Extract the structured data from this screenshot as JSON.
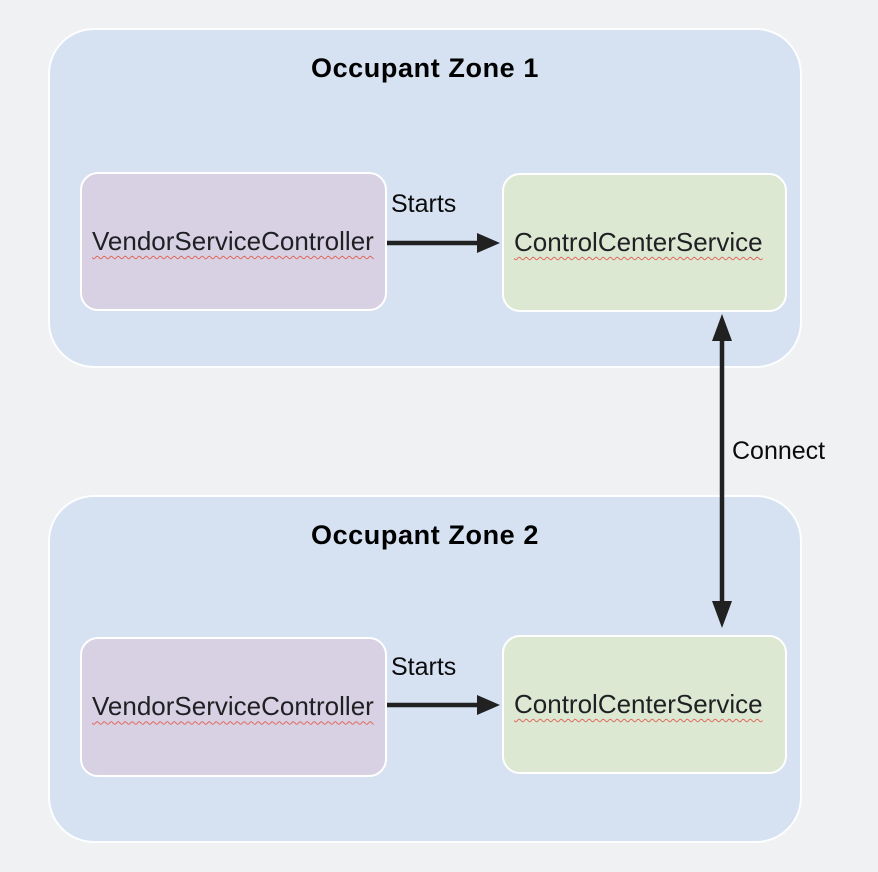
{
  "diagram": {
    "zones": [
      {
        "title": "Occupant Zone 1",
        "nodes": [
          {
            "id": "vendor-service-controller",
            "label": "VendorServiceController"
          },
          {
            "id": "control-center-service",
            "label": "ControlCenterService"
          }
        ],
        "edge": {
          "label": "Starts"
        }
      },
      {
        "title": "Occupant Zone 2",
        "nodes": [
          {
            "id": "vendor-service-controller",
            "label": "VendorServiceController"
          },
          {
            "id": "control-center-service",
            "label": "ControlCenterService"
          }
        ],
        "edge": {
          "label": "Starts"
        }
      }
    ],
    "cross_zone_edge": {
      "label": "Connect"
    },
    "colors": {
      "page_bg": "#f0f1f3",
      "zone_bg": "#d6e2f2",
      "vendor_node_bg": "#d8d0e3",
      "control_node_bg": "#dce8d2",
      "node_border": "#ffffff",
      "text": "#1f2023",
      "arrow": "#212121",
      "spellcheck_underline": "#e0695c"
    }
  }
}
